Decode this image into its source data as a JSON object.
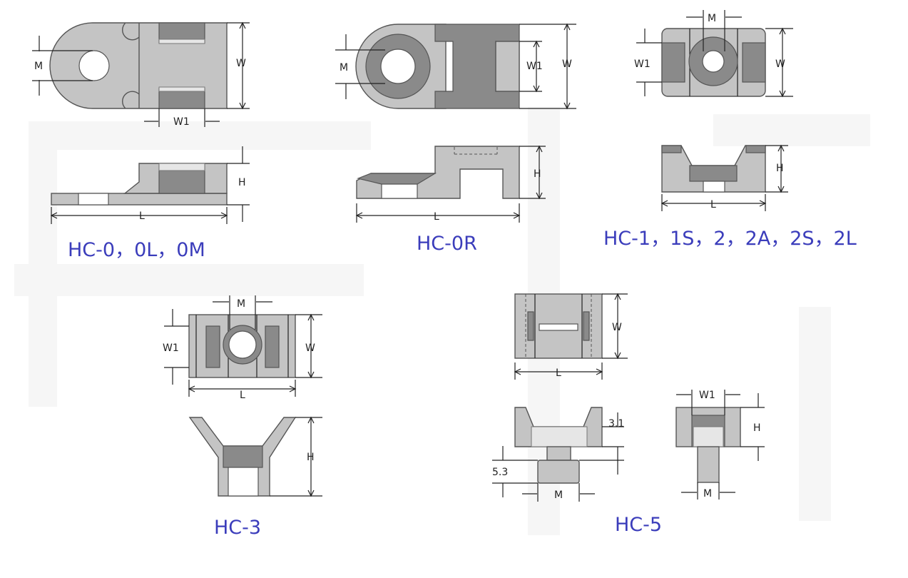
{
  "captions": {
    "hc0": "HC-0，0L，0M",
    "hc0r": "HC-0R",
    "hc1": "HC-1，1S，2，2A，2S，2L",
    "hc3": "HC-3",
    "hc5": "HC-5"
  },
  "dims": {
    "M": "M",
    "W": "W",
    "W1": "W1",
    "L": "L",
    "H": "H",
    "d31": "3.1",
    "d53": "5.3"
  },
  "colors": {
    "caption": "#3b3dbb",
    "body": "#c4c4c4",
    "dark": "#8a8a8a"
  }
}
